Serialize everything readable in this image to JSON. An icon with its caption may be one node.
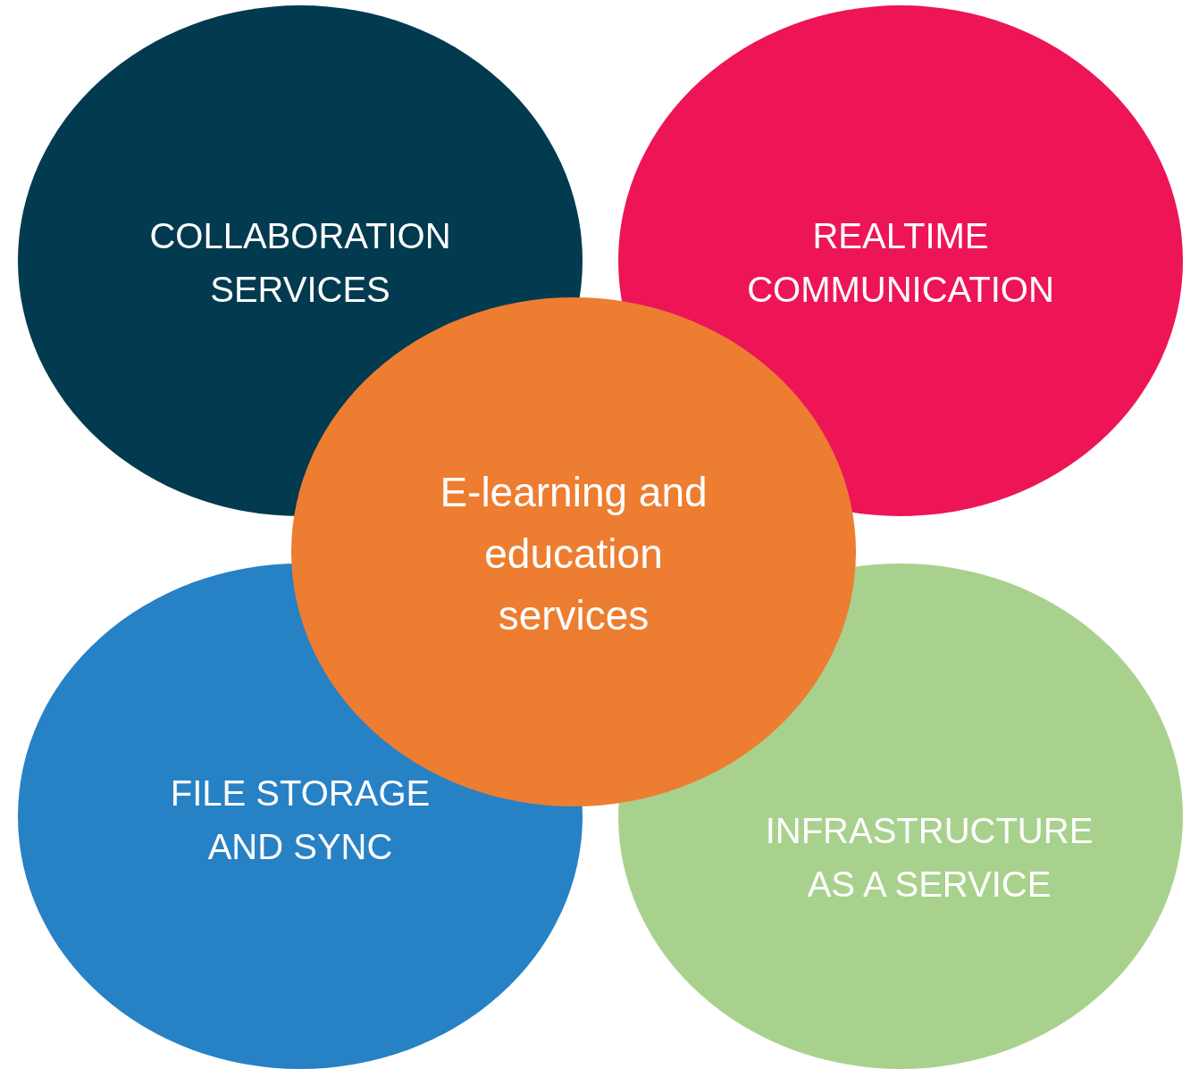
{
  "diagram": {
    "nodes": [
      {
        "text": [
          "COLLABORATION SERVICES"
        ]
      },
      {
        "text": [
          "REALTIME COMMUNICATION"
        ]
      },
      {
        "text": [
          "E-learning and education services"
        ]
      },
      {
        "text": [
          "FILE STORAGE AND SYNC"
        ]
      },
      {
        "text": [
          "INFRASTRUCTURE AS A SERVICE"
        ]
      }
    ]
  }
}
